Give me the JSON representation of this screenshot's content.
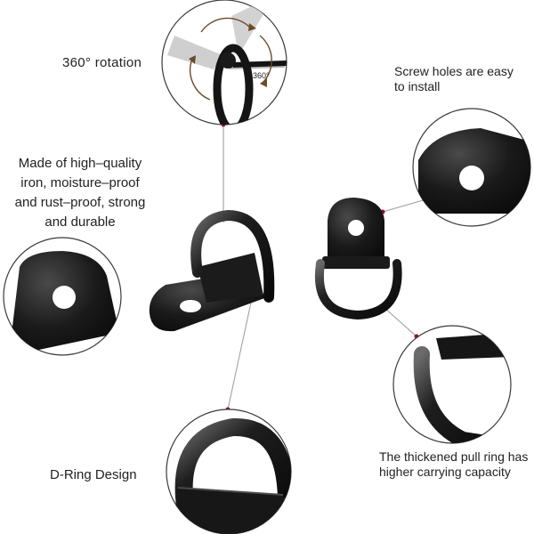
{
  "labels": {
    "rotation": "360°  rotation",
    "rotation_badge": "360°",
    "material": [
      "Made of high–quality",
      "iron, moisture–proof",
      "and rust–proof, strong",
      "and durable"
    ],
    "screw": [
      "Screw holes are easy",
      "to install"
    ],
    "dring": "D-Ring Design",
    "thick": [
      "The thickened pull ring has",
      "higher carrying capacity"
    ]
  },
  "icons": {
    "rotation_arrows": "rotation-arrows-icon",
    "rotate_view": "rotating-hinge-illustration"
  },
  "colors": {
    "product": "#151515",
    "product_highlight": "#5a5a5a",
    "leader_dot": "#a00f18",
    "leader_line": "#9a9a9a",
    "circle_border": "#3a3a3a",
    "text": "#222222"
  }
}
